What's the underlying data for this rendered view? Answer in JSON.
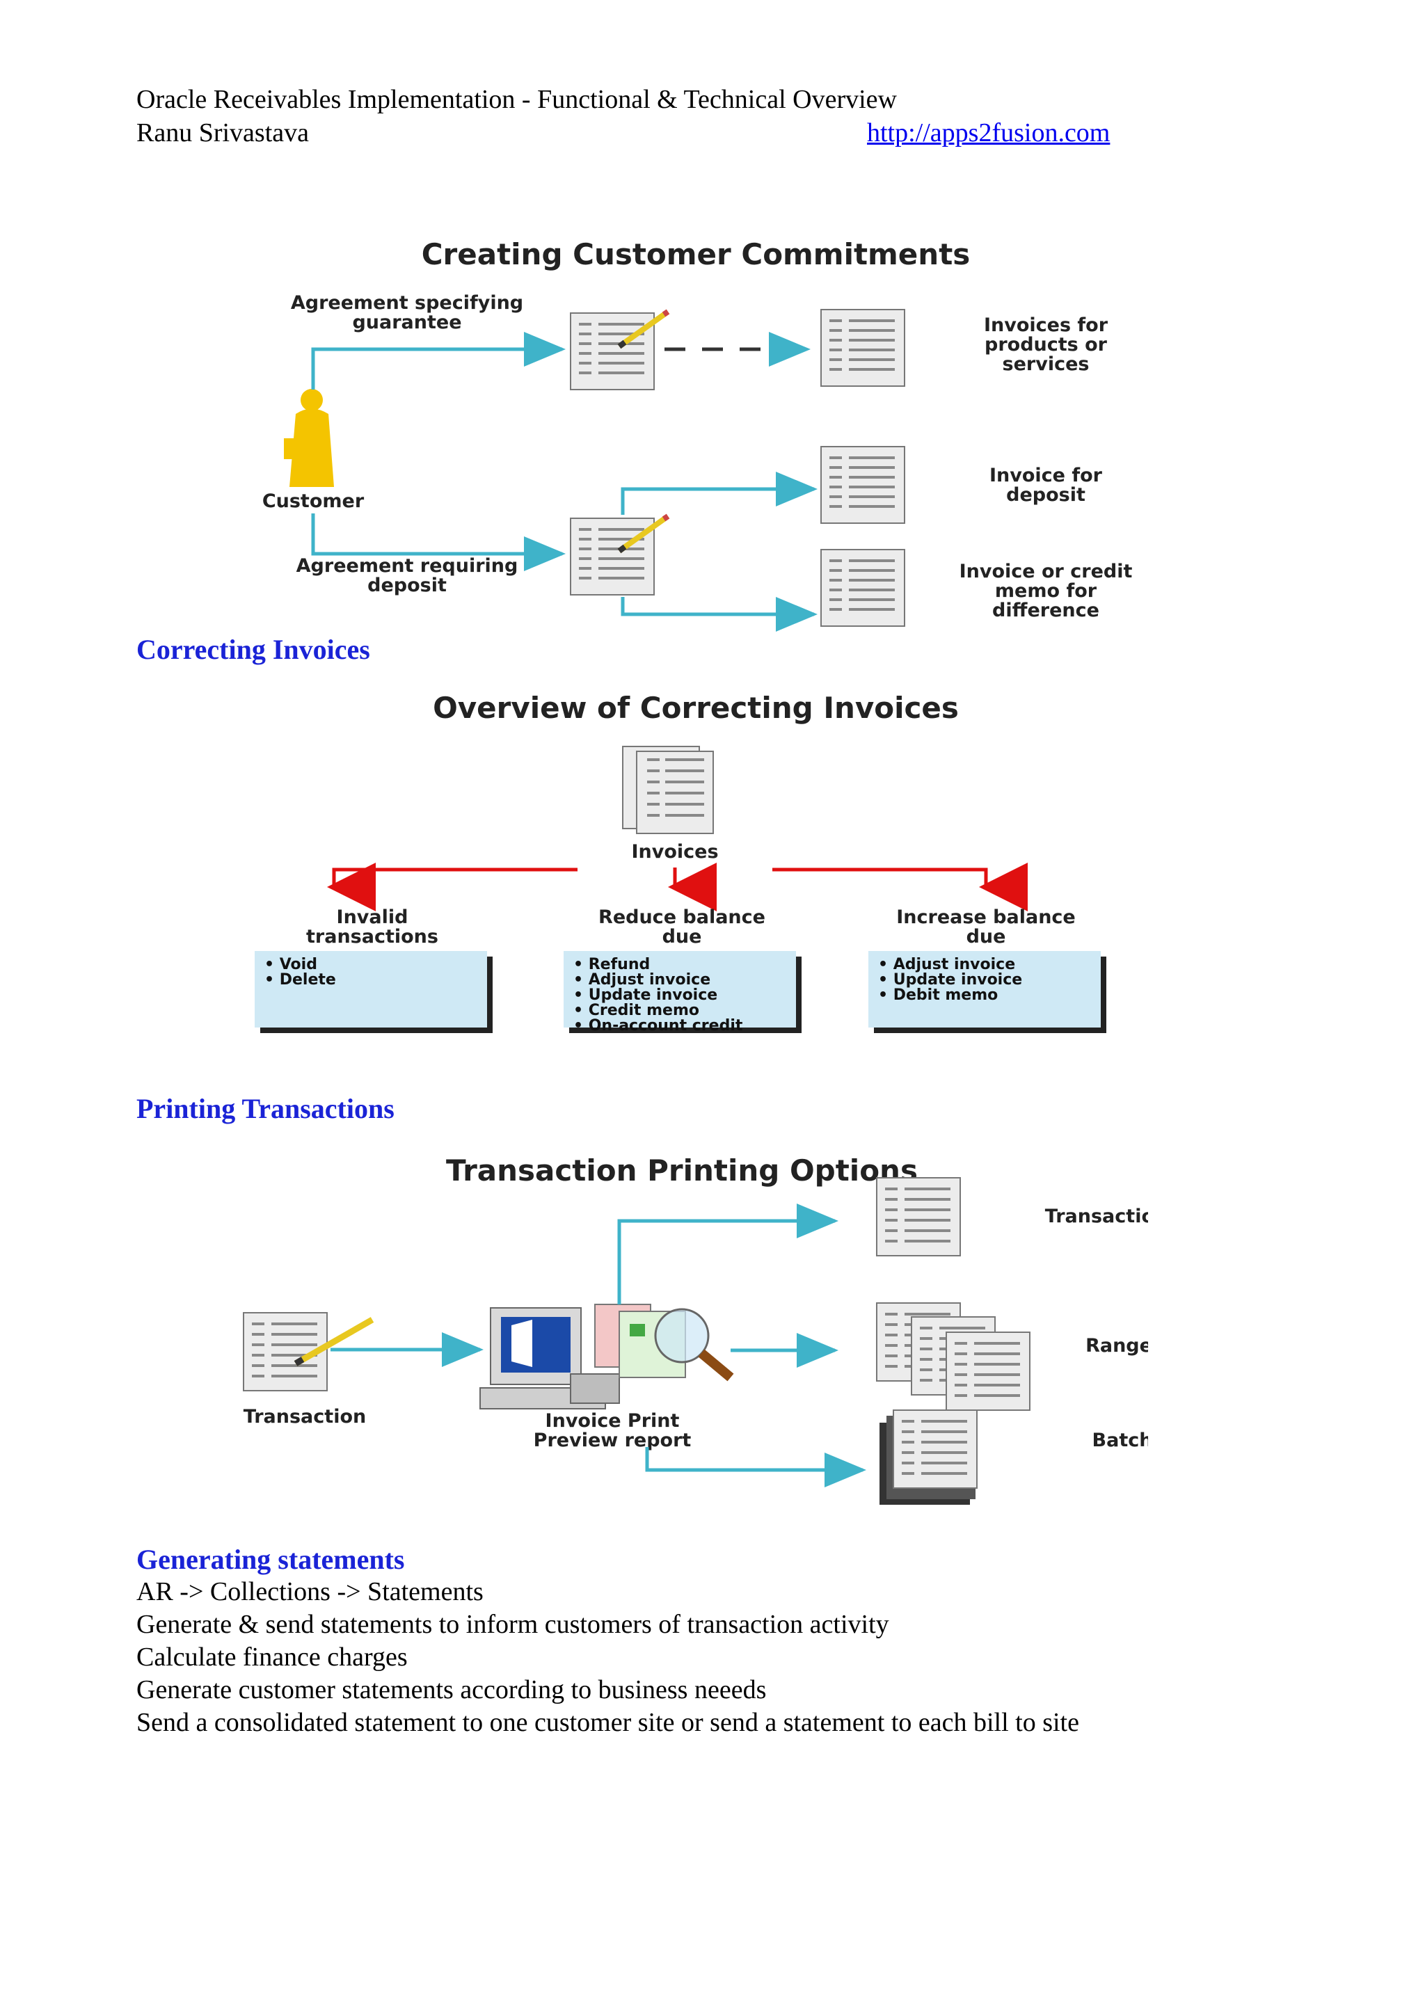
{
  "header": {
    "title": "Oracle Receivables Implementation - Functional & Technical Overview",
    "author": "Ranu Srivastava",
    "url": "http://apps2fusion.com"
  },
  "figure1": {
    "title": "Creating Customer Commitments",
    "agreement_guarantee": [
      "Agreement specifying",
      "guarantee"
    ],
    "customer": "Customer",
    "agreement_deposit": [
      "Agreement requiring",
      "deposit"
    ],
    "invoices_products": [
      "Invoices for",
      "products or",
      "services"
    ],
    "invoice_deposit": [
      "Invoice for",
      "deposit"
    ],
    "invoice_credit": [
      "Invoice or credit",
      "memo for",
      "difference"
    ]
  },
  "sections": {
    "correcting": "Correcting Invoices",
    "printing": "Printing Transactions",
    "statements": "Generating statements"
  },
  "figure2": {
    "title": "Overview of Correcting Invoices",
    "invoices": "Invoices",
    "col1_title": [
      "Invalid",
      "transactions"
    ],
    "col1_items": [
      "• Void",
      "• Delete"
    ],
    "col2_title": [
      "Reduce balance",
      "due"
    ],
    "col2_items": [
      "• Refund",
      "• Adjust invoice",
      "• Update invoice",
      "• Credit memo",
      "• On-account credit"
    ],
    "col3_title": [
      "Increase balance",
      "due"
    ],
    "col3_items": [
      "• Adjust invoice",
      "• Update invoice",
      "• Debit memo"
    ]
  },
  "figure3": {
    "title": "Transaction Printing Options",
    "transaction_left": "Transaction",
    "preview": [
      "Invoice Print",
      "Preview report"
    ],
    "transaction_right": "Transaction",
    "range": "Range",
    "batch": "Batch"
  },
  "statements_text": [
    "AR -> Collections -> Statements",
    "Generate & send statements to inform customers of transaction activity",
    "Calculate finance charges",
    "Generate customer statements according to business neeeds",
    "Send a consolidated statement to one customer site or send a statement to each bill to site"
  ]
}
